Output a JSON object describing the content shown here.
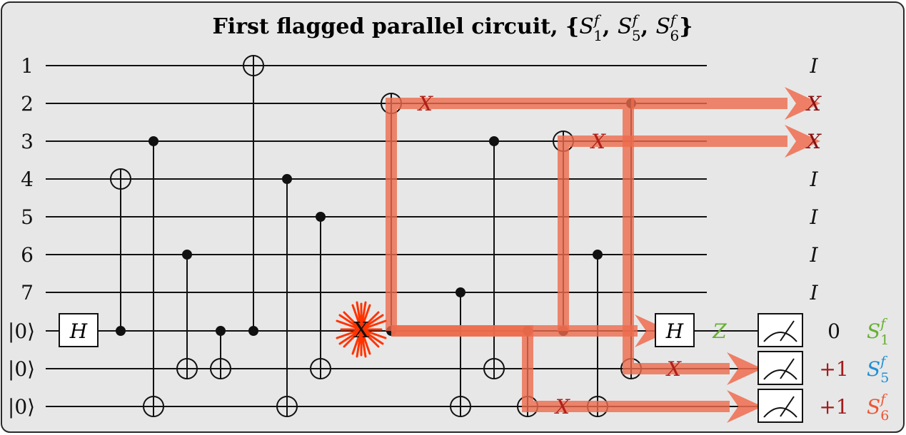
{
  "title": {
    "prefix": "First flagged parallel circuit, {",
    "items": [
      {
        "base": "S",
        "sup": "f",
        "sub": "1"
      },
      {
        "base": "S",
        "sup": "f",
        "sub": "5"
      },
      {
        "base": "S",
        "sup": "f",
        "sub": "6"
      }
    ],
    "separator": ",",
    "suffix": "}"
  },
  "data_qubits": [
    "1",
    "2",
    "3",
    "4",
    "5",
    "6",
    "7"
  ],
  "ancilla_label": "|0⟩",
  "ancilla_count": 3,
  "gate_labels": {
    "hadamard": "H",
    "x_error": "X",
    "z_error": "Z",
    "fault_mark": "X"
  },
  "output_paulis": [
    "I",
    "X",
    "X",
    "I",
    "I",
    "I",
    "I"
  ],
  "measurement_results": [
    {
      "value": "0",
      "stabilizer": {
        "base": "S",
        "sup": "f",
        "sub": "1"
      },
      "value_color": "#111111",
      "label_color": "#66b032"
    },
    {
      "value": "+1",
      "stabilizer": {
        "base": "S",
        "sup": "f",
        "sub": "5"
      },
      "value_color": "#a01c1c",
      "label_color": "#1f8fd6"
    },
    {
      "value": "+1",
      "stabilizer": {
        "base": "S",
        "sup": "f",
        "sub": "6"
      },
      "value_color": "#a01c1c",
      "label_color": "#ee5533"
    }
  ],
  "colors": {
    "panel_bg": "#e7e7e7",
    "wire": "#111111",
    "propagation": "#ee6b4d",
    "error_text": "#b02018",
    "output_x": "#8b1010",
    "z_error": "#66b032",
    "fault_burst": "#ff3300"
  }
}
